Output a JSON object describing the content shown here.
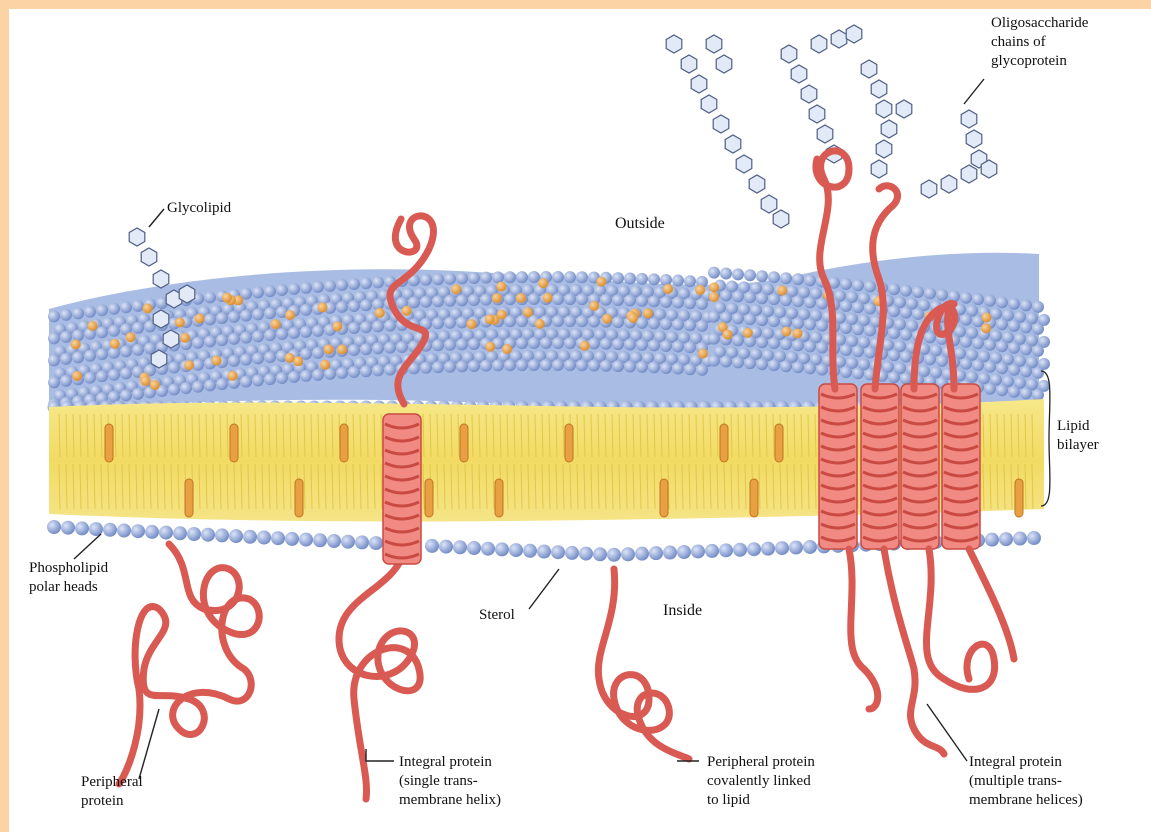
{
  "labels": {
    "glycolipid": "Glycolipid",
    "outside": "Outside",
    "oligosaccharide": "Oligosaccharide\nchains of\nglycoprotein",
    "lipid_bilayer": "Lipid\nbilayer",
    "phospholipid": "Phospholipid\npolar heads",
    "sterol": "Sterol",
    "inside": "Inside",
    "peripheral_protein": "Peripheral\nprotein",
    "integral_single": "Integral protein\n(single trans-\nmembrane helix)",
    "peripheral_lipid": "Peripheral protein\ncovalently linked\nto lipid",
    "integral_multiple": "Integral protein\n(multiple trans-\nmembrane helices)"
  },
  "colors": {
    "frame": "#fcd3a4",
    "heads": "#9fb4de",
    "heads_dark": "#6d86c2",
    "tails": "#f2e07a",
    "sterol": "#e8a042",
    "protein": "#e8756d",
    "protein_light": "#f4a79f",
    "sugar": "#dfe8f6"
  }
}
